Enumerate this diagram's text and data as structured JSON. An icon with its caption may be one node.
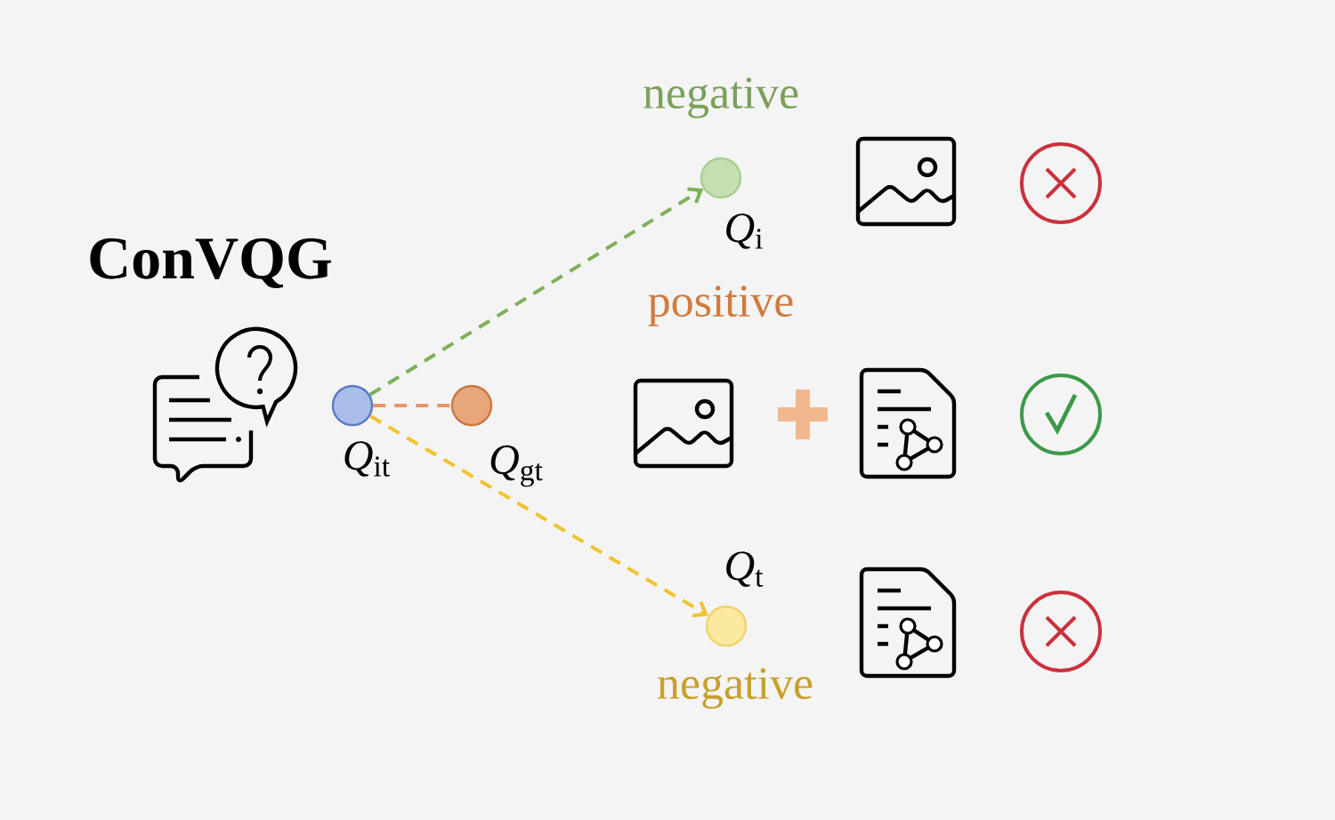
{
  "diagram": {
    "title": "ConVQG",
    "nodes": [
      {
        "text": [],
        "shape": "circle",
        "beside": [
          "*Q*$_{it}$"
        ]
      },
      {
        "text": [],
        "shape": "circle",
        "beside": [
          "*Q*$_{gt}$"
        ]
      },
      {
        "text": [],
        "shape": "circle",
        "beside": [
          "negative",
          "*Q*$_{i}$"
        ]
      },
      {
        "text": [],
        "shape": "circle",
        "beside": [
          "*Q*$_{t}$",
          "negative"
        ]
      }
    ],
    "edges": [
      {
        "from": 0,
        "to": 2,
        "arrow": "to",
        "style": "dashed",
        "color": "#7fb05a"
      },
      {
        "from": 0,
        "to": 1,
        "arrow": "none",
        "style": "dashed",
        "color": "#e8956a"
      },
      {
        "from": 0,
        "to": 3,
        "arrow": "to",
        "style": "dashed",
        "color": "#f0c330"
      }
    ],
    "labels": [
      "positive"
    ]
  }
}
